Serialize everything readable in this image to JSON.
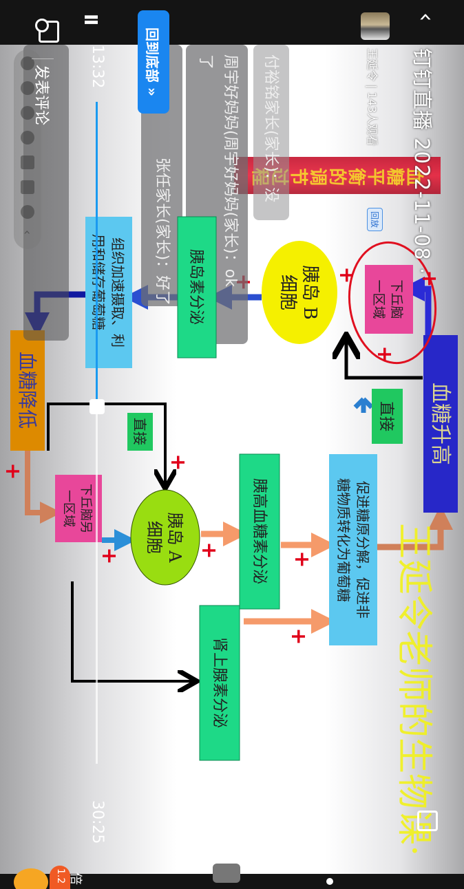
{
  "header": {
    "back_icon": "chevron-left-icon",
    "title": "钉钉直播 2022-11-08 ·",
    "host": "王延令",
    "separator": "|",
    "viewers": "143人观看",
    "replay_badge": "回放"
  },
  "slide": {
    "banner": "血糖平衡的调节过程",
    "watermark": "王延令老师的生物课·",
    "nodes": {
      "blood_sugar_up": "血糖升高",
      "hypothalamus_1": [
        "下丘脑",
        "一区域"
      ],
      "islet_b": [
        "胰岛 B",
        "细胞"
      ],
      "direct_1": "直接",
      "promote": [
        "促进糖原分解，促进非",
        "糖物质转化为葡萄糖"
      ],
      "glucagon": "胰高血糖素分泌",
      "adrenaline": "肾上腺素分泌",
      "islet_a": [
        "胰岛 A",
        "细胞"
      ],
      "direct_2": "直接",
      "insulin": "胰岛素分泌",
      "tissue": [
        "组织加速摄取、利",
        "用和储存葡萄糖"
      ],
      "blood_sugar_down": "血糖降低",
      "hypothalamus_2": [
        "下丘脑另",
        "一区域"
      ]
    },
    "plus_sign": "+",
    "colors": {
      "blood_sugar_up": "#2727c8",
      "pink": "#e8479a",
      "yellow": "#f5f000",
      "green": "#1ed987",
      "light_blue": "#5cc8f0",
      "lime": "#99dd11",
      "orange": "#dd8a00",
      "red_mark": "#e0001a",
      "watermark": "#f2f21a"
    }
  },
  "comments": [
    {
      "text": "付裕铭家长(家长)：没"
    },
    {
      "text": "周宇好妈妈(周宇好妈妈(家长)：ok",
      "extra": "了"
    },
    {
      "text": "张任家长(家长)：好了"
    }
  ],
  "back_to_bottom": "回到底部 »",
  "player": {
    "current_time": "13:32",
    "total_time": "30:25",
    "progress": 0.46,
    "pause_icon": "II",
    "speed_badge": "1.2",
    "speed_label": "倍"
  },
  "comment_input": {
    "placeholder": "发表评论"
  }
}
